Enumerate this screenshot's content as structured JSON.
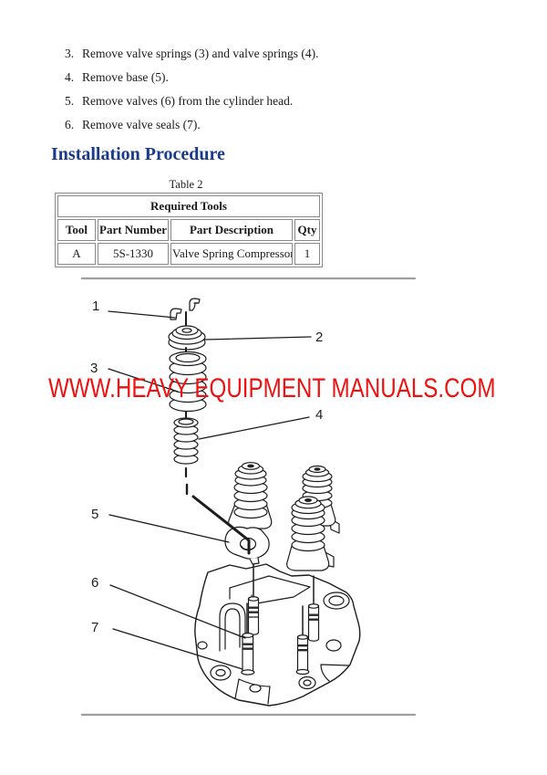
{
  "steps": [
    {
      "num": "3.",
      "text": "Remove valve springs (3) and valve springs (4)."
    },
    {
      "num": "4.",
      "text": "Remove base (5)."
    },
    {
      "num": "5.",
      "text": "Remove valves (6) from the cylinder head."
    },
    {
      "num": "6.",
      "text": "Remove valve seals (7)."
    }
  ],
  "heading": "Installation Procedure",
  "table": {
    "caption": "Table 2",
    "title": "Required Tools",
    "headers": [
      "Tool",
      "Part Number",
      "Part Description",
      "Qty"
    ],
    "row": [
      "A",
      "5S-1330",
      "Valve Spring Compressor",
      "1"
    ]
  },
  "figure": {
    "callouts": [
      "1",
      "2",
      "3",
      "4",
      "5",
      "6",
      "7"
    ],
    "watermark": "WWW.HEAVY EQUIPMENT MANUALS.COM"
  },
  "colors": {
    "heading_blue": "#1a3a8c",
    "watermark_red": "#ee1111",
    "table_border_gray": "#8a8a8a",
    "figure_rule_gray": "#9e9e9e"
  }
}
